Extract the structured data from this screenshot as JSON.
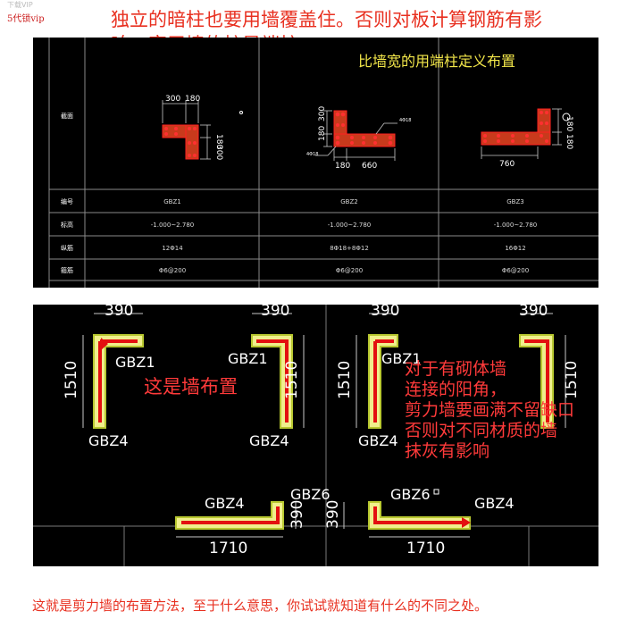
{
  "watermark": {
    "top": "下载VIP",
    "tag": "5代锁vip"
  },
  "headline": {
    "line1": "独立的暗柱也要用墙覆盖住。否则对板计算钢筋有影",
    "line2": "响。宽于墙的柱是端柱，",
    "note": "比墙宽的用端柱定义布置"
  },
  "table": {
    "row_labels": [
      "截面",
      "编号",
      "标高",
      "纵筋",
      "箍筋"
    ],
    "columns": [
      {
        "id": "GBZ1",
        "elev": "-1.000~2.780",
        "bars": "12Φ14",
        "stirrup": "Φ6@200",
        "dims": [
          "300",
          "180",
          "180",
          "300"
        ]
      },
      {
        "id": "GBZ2",
        "elev": "-1.000~2.780",
        "bars": "8Φ18+8Φ12",
        "stirrup": "Φ6@200",
        "dims": [
          "300",
          "180",
          "180",
          "660"
        ],
        "small": [
          "4Φ18",
          "4Φ18"
        ]
      },
      {
        "id": "GBZ3",
        "elev": "-1.000~2.780",
        "bars": "16Φ12",
        "stirrup": "Φ6@200",
        "dims": [
          "180",
          "760",
          "180"
        ]
      }
    ]
  },
  "plan": {
    "dims": {
      "top": "390",
      "side": "1510",
      "bottom": "1710",
      "mid": "390"
    },
    "labels": {
      "gbz1": "GBZ1",
      "gbz4": "GBZ4",
      "gbz6": "GBZ6"
    },
    "note_wall": "这是墙布置",
    "note_corner": [
      "对于有砌体墙",
      "连接的阳角，",
      "剪力墙要画满不留缺口",
      "否则对不同材质的墙",
      "抹灰有影响"
    ]
  },
  "footer": "这就是剪力墙的布置方法，至于什么意思，你试试就知道有什么的不同之处。"
}
